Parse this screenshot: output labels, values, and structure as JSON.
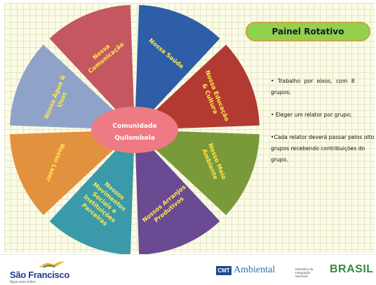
{
  "panel_title": "Painel Rotativo",
  "center": {
    "line1": "Comunidade",
    "line2": "Quilombola"
  },
  "segments": [
    {
      "label_lines": [
        "Nossa Saúde"
      ],
      "color": "#2f5ea8"
    },
    {
      "label_lines": [
        "Nossa Educação",
        "& Cultura"
      ],
      "color": "#b23a33"
    },
    {
      "label_lines": [
        "Nosso Meio",
        "Ambiente"
      ],
      "color": "#7a9a3a"
    },
    {
      "label_lines": [
        "Nossos Arranjos",
        "Produtivos"
      ],
      "color": "#6a4a92"
    },
    {
      "label_lines": [
        "Nossos",
        "Movimentos",
        "Sociais e",
        "Instituições",
        "Parceiras"
      ],
      "color": "#3a9aaa"
    },
    {
      "label_lines": [
        "Nosso Lazer"
      ],
      "color": "#e2913f"
    },
    {
      "label_lines": [
        "Nossa Água &",
        "Usos"
      ],
      "color": "#8fa3c8"
    },
    {
      "label_lines": [
        "Nossa",
        "Comunicação"
      ],
      "color": "#c45760"
    }
  ],
  "center_color": "#ee7a83",
  "bullets": [
    "• Trabalho por eixos, com 8 grupos;",
    "• Eleger um relator por grupo;",
    "•Cada relator deverá passar pelos oito grupos recebendo contribuições do grupo."
  ],
  "footer": {
    "sao_francisco": "São Francisco",
    "sao_francisco_sub": "Água para todos",
    "cmt_box": "CMT",
    "cmt_word": "Ambiental",
    "ministry": "Ministério da Integração Nacional",
    "brasil": "BRASIL"
  }
}
